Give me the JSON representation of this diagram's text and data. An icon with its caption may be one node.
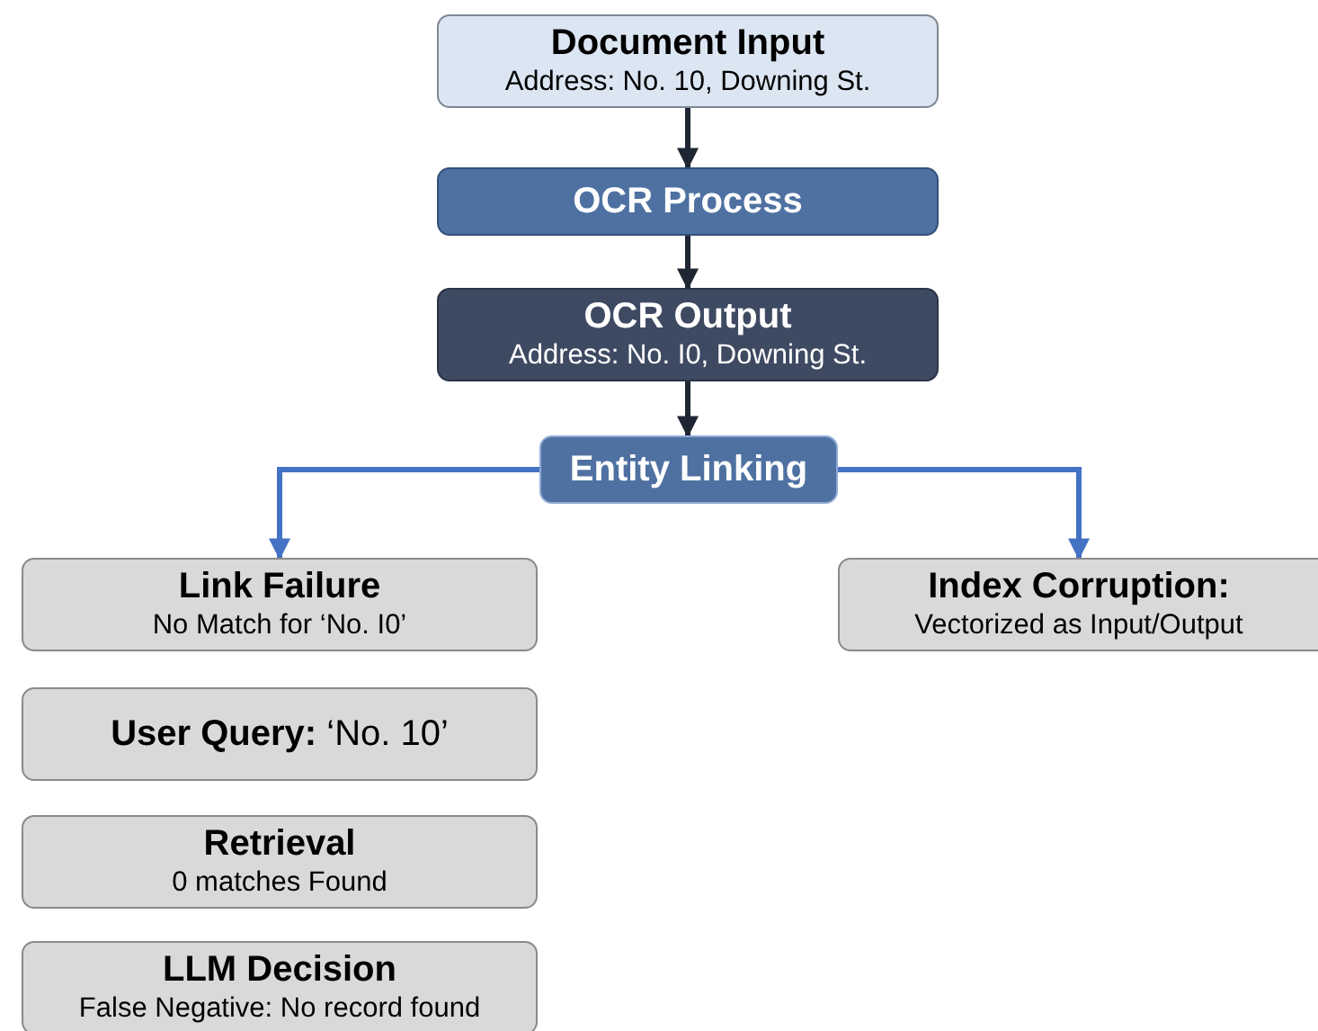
{
  "diagram": {
    "nodes": [
      {
        "text": [
          "Document Input",
          "Address: No. 10, Downing St."
        ]
      },
      {
        "text": [
          "OCR Process"
        ]
      },
      {
        "text": [
          "OCR Output",
          "Address: No. I0, Downing St."
        ]
      },
      {
        "text": [
          "Entity Linking"
        ]
      },
      {
        "text": [
          "Link Failure",
          "No Match for ‘No. I0’"
        ]
      },
      {
        "text": [
          "Index Corruption:",
          "Vectorized as Input/Output"
        ]
      },
      {
        "text": [
          "**User Query:** ‘No. 10’"
        ]
      },
      {
        "text": [
          "Retrieval",
          "0 matches Found"
        ]
      },
      {
        "text": [
          "LLM Decision",
          "False Negative: No record found"
        ]
      }
    ],
    "edges": [
      {
        "from": 0,
        "to": 1,
        "arrow": "to"
      },
      {
        "from": 1,
        "to": 2,
        "arrow": "to"
      },
      {
        "from": 2,
        "to": 3,
        "arrow": "to"
      },
      {
        "from": 3,
        "to": 4,
        "arrow": "to",
        "color": "#4472c4"
      },
      {
        "from": 3,
        "to": 5,
        "arrow": "to",
        "color": "#4472c4"
      }
    ]
  }
}
